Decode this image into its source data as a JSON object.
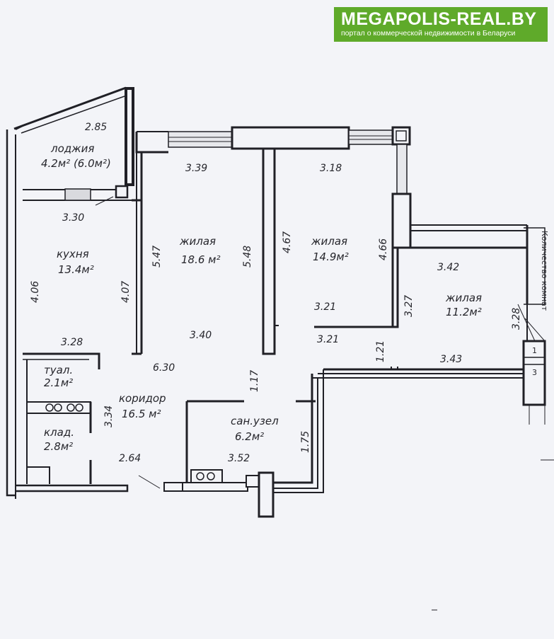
{
  "brand": {
    "name": "MEGAPOLIS-REAL.BY",
    "tagline": "портал о коммерческой недвижимости в Беларуси",
    "color": "#5faa2a"
  },
  "rooms": {
    "loggia": {
      "name": "лоджия",
      "area": "4.2м² (6.0м²)"
    },
    "kitchen": {
      "name": "кухня",
      "area": "13.4м²"
    },
    "living1": {
      "name": "жилая",
      "area": "18.6 м²"
    },
    "living2": {
      "name": "жилая",
      "area": "14.9м²"
    },
    "living3": {
      "name": "жилая",
      "area": "11.2м²"
    },
    "toilet": {
      "name": "туал.",
      "area": "2.1м²"
    },
    "pantry": {
      "name": "клад.",
      "area": "2.8м²"
    },
    "corridor": {
      "name": "коридор",
      "area": "16.5 м²"
    },
    "bathroom": {
      "name": "сан.узел",
      "area": "6.2м²"
    }
  },
  "dimensions": {
    "loggia_top": "2.85",
    "living1_top": "3.39",
    "living2_top": "3.18",
    "kitchen_top": "3.30",
    "kitchen_left": "4.06",
    "kitchen_right": "4.07",
    "kitchen_bottom": "3.28",
    "living1_left": "5.47",
    "living1_right": "5.48",
    "living1_bottom": "3.40",
    "living2_left": "4.67",
    "living2_right": "4.66",
    "living2_bottom_a": "3.21",
    "living2_bottom_b": "3.21",
    "living3_top": "3.42",
    "living3_left": "3.27",
    "living3_right": "3.28",
    "living3_bottom": "3.43",
    "hall_gap": "1.21",
    "corridor_length": "6.30",
    "corridor_narrow": "1.17",
    "corridor_side": "3.34",
    "entrance": "2.64",
    "bathroom_side": "1.75",
    "bathroom_bottom": "3.52"
  },
  "sidebar": {
    "label": "Количество комнат",
    "cells": [
      "1",
      "3"
    ]
  }
}
